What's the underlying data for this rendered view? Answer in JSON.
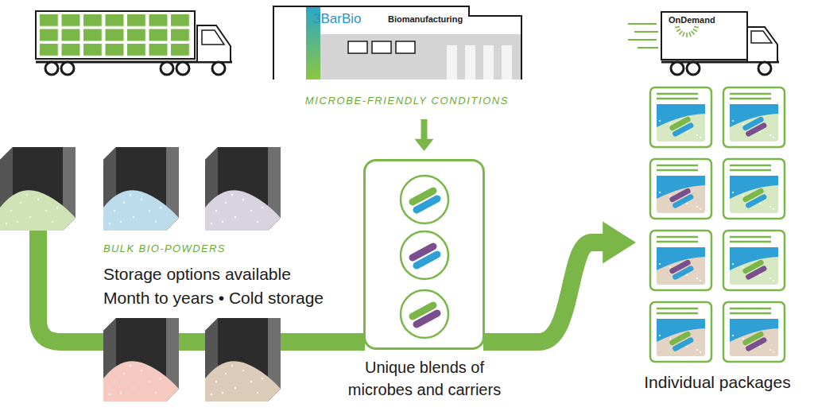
{
  "diagram": {
    "nodes": [
      {
        "text": [
          "3BarBio",
          "Biomanufacturing"
        ]
      },
      {
        "text": [
          "OnDemand"
        ]
      },
      {
        "text": [
          "BULK BIO-POWDERS",
          "Storage options available",
          "Month to years • Cold storage"
        ]
      },
      {
        "text": [
          "Unique blends of microbes and carriers"
        ]
      },
      {
        "text": [
          "Individual packages"
        ]
      }
    ],
    "edges": [
      {
        "from": 0,
        "to": 3,
        "arrow": "to",
        "label": "MICROBE-FRIENDLY CONDITIONS"
      },
      {
        "from": 2,
        "to": 3,
        "arrow": "none"
      },
      {
        "from": 3,
        "to": 4,
        "arrow": "to"
      }
    ]
  }
}
